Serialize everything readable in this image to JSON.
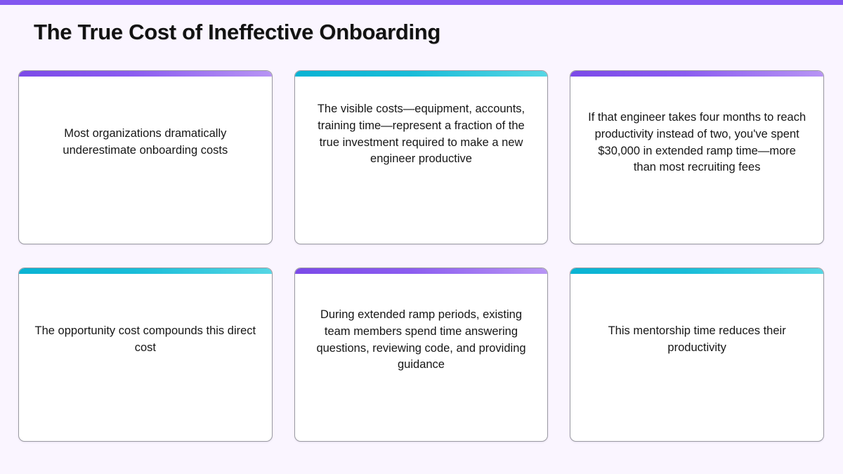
{
  "theme": {
    "background": "#faf5ff",
    "top_bar_color": "#8257f0",
    "accent_purple_from": "#7b4ae8",
    "accent_purple_to": "#b794f4",
    "accent_teal_from": "#09b3d3",
    "accent_teal_to": "#55d6e4",
    "card_background": "#ffffff",
    "card_border": "#9a9aa2",
    "title_color": "#121212",
    "body_text_color": "#161616"
  },
  "header": {
    "title": "The True Cost of Ineffective Onboarding"
  },
  "cards": [
    {
      "id": "card-underestimate-costs",
      "accent": "purple",
      "lines": 2,
      "text": "Most organizations dramatically underestimate onboarding costs"
    },
    {
      "id": "card-visible-costs",
      "accent": "teal",
      "lines": 5,
      "text": "The visible costs—equipment, accounts, training time—represent a fraction of the true investment required to make a new engineer productive"
    },
    {
      "id": "card-extended-ramp-cost",
      "accent": "purple",
      "lines": 4,
      "text": "If that engineer takes four months to reach productivity instead of two, you've spent $30,000 in extended ramp time—more than most recruiting fees"
    },
    {
      "id": "card-opportunity-cost",
      "accent": "teal",
      "lines": 2,
      "text": "The opportunity cost compounds this direct cost"
    },
    {
      "id": "card-team-support-time",
      "accent": "purple",
      "lines": 4,
      "text": "During extended ramp periods, existing team members spend time answering questions, reviewing code, and providing guidance"
    },
    {
      "id": "card-mentorship-productivity",
      "accent": "teal",
      "lines": 2,
      "text": "This mentorship time reduces their productivity"
    }
  ]
}
